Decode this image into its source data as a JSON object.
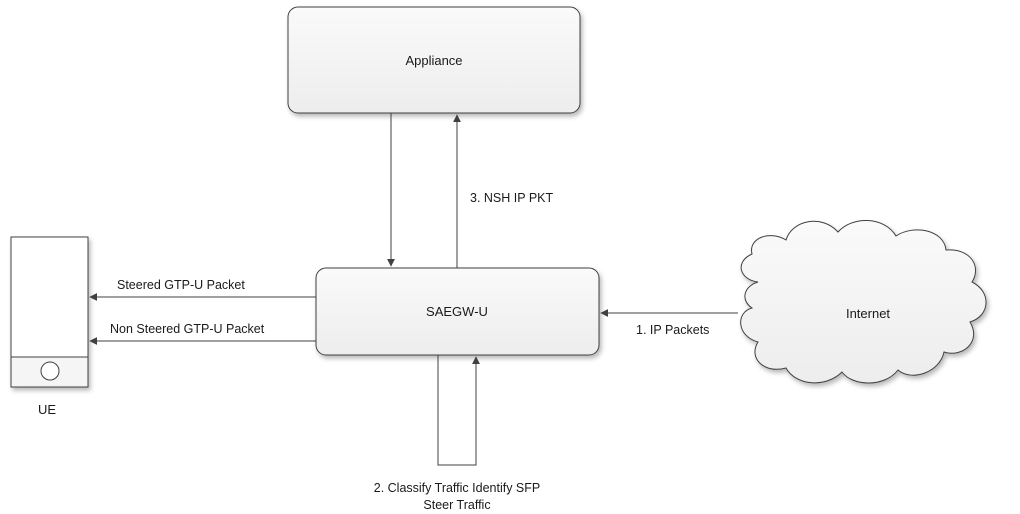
{
  "nodes": {
    "appliance": "Appliance",
    "saegw": "SAEGW-U",
    "internet": "Internet",
    "ue": "UE"
  },
  "edges": {
    "ip_packets": "1. IP Packets",
    "classify_line1": "2. Classify Traffic Identify SFP",
    "classify_line2": "Steer Traffic",
    "nsh": "3. NSH IP PKT",
    "steered": "Steered GTP-U Packet",
    "non_steered": "Non Steered GTP-U Packet"
  },
  "colors": {
    "box_fill": "#f2f2f2",
    "stroke": "#404040",
    "text": "#1a1a1a"
  }
}
